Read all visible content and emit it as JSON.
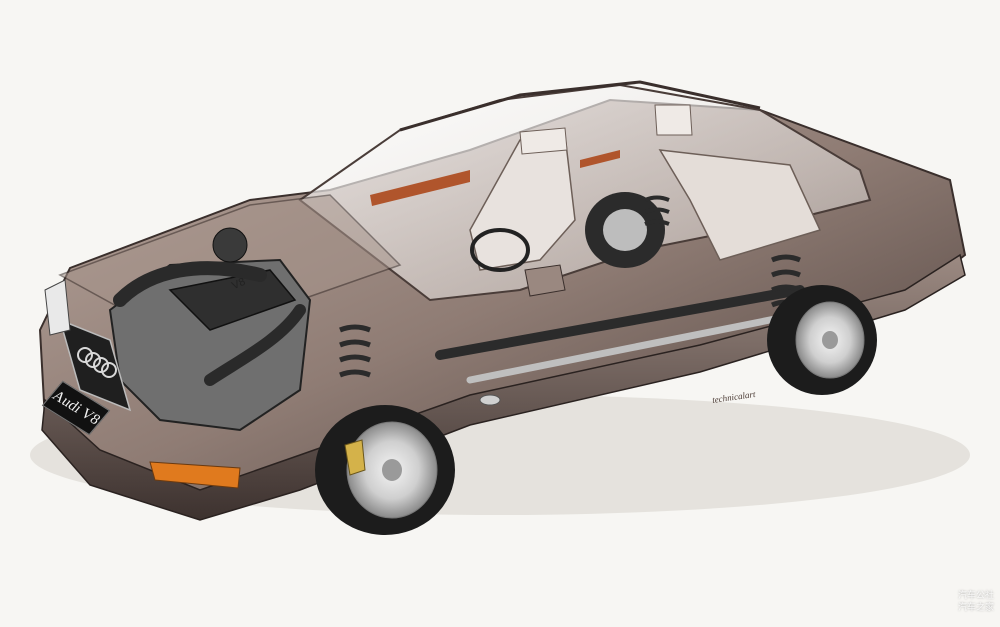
{
  "image": {
    "subject": "Audi V8 sedan",
    "colors": {
      "background": "#f7f6f3",
      "body_paint": "#8f7c74",
      "body_dark": "#4a3d39",
      "chrome": "#c9c9c9",
      "indicator_orange": "#e07a1e",
      "wood_trim": "#b0552c",
      "spring_dark": "#2b2b2b"
    }
  },
  "labels": {
    "plate_text": "Audi V8",
    "engine_cover_text": "V8",
    "artist_signature": "technicalart",
    "watermark_line1": "汽车公社",
    "watermark_line2": "汽车之家"
  }
}
